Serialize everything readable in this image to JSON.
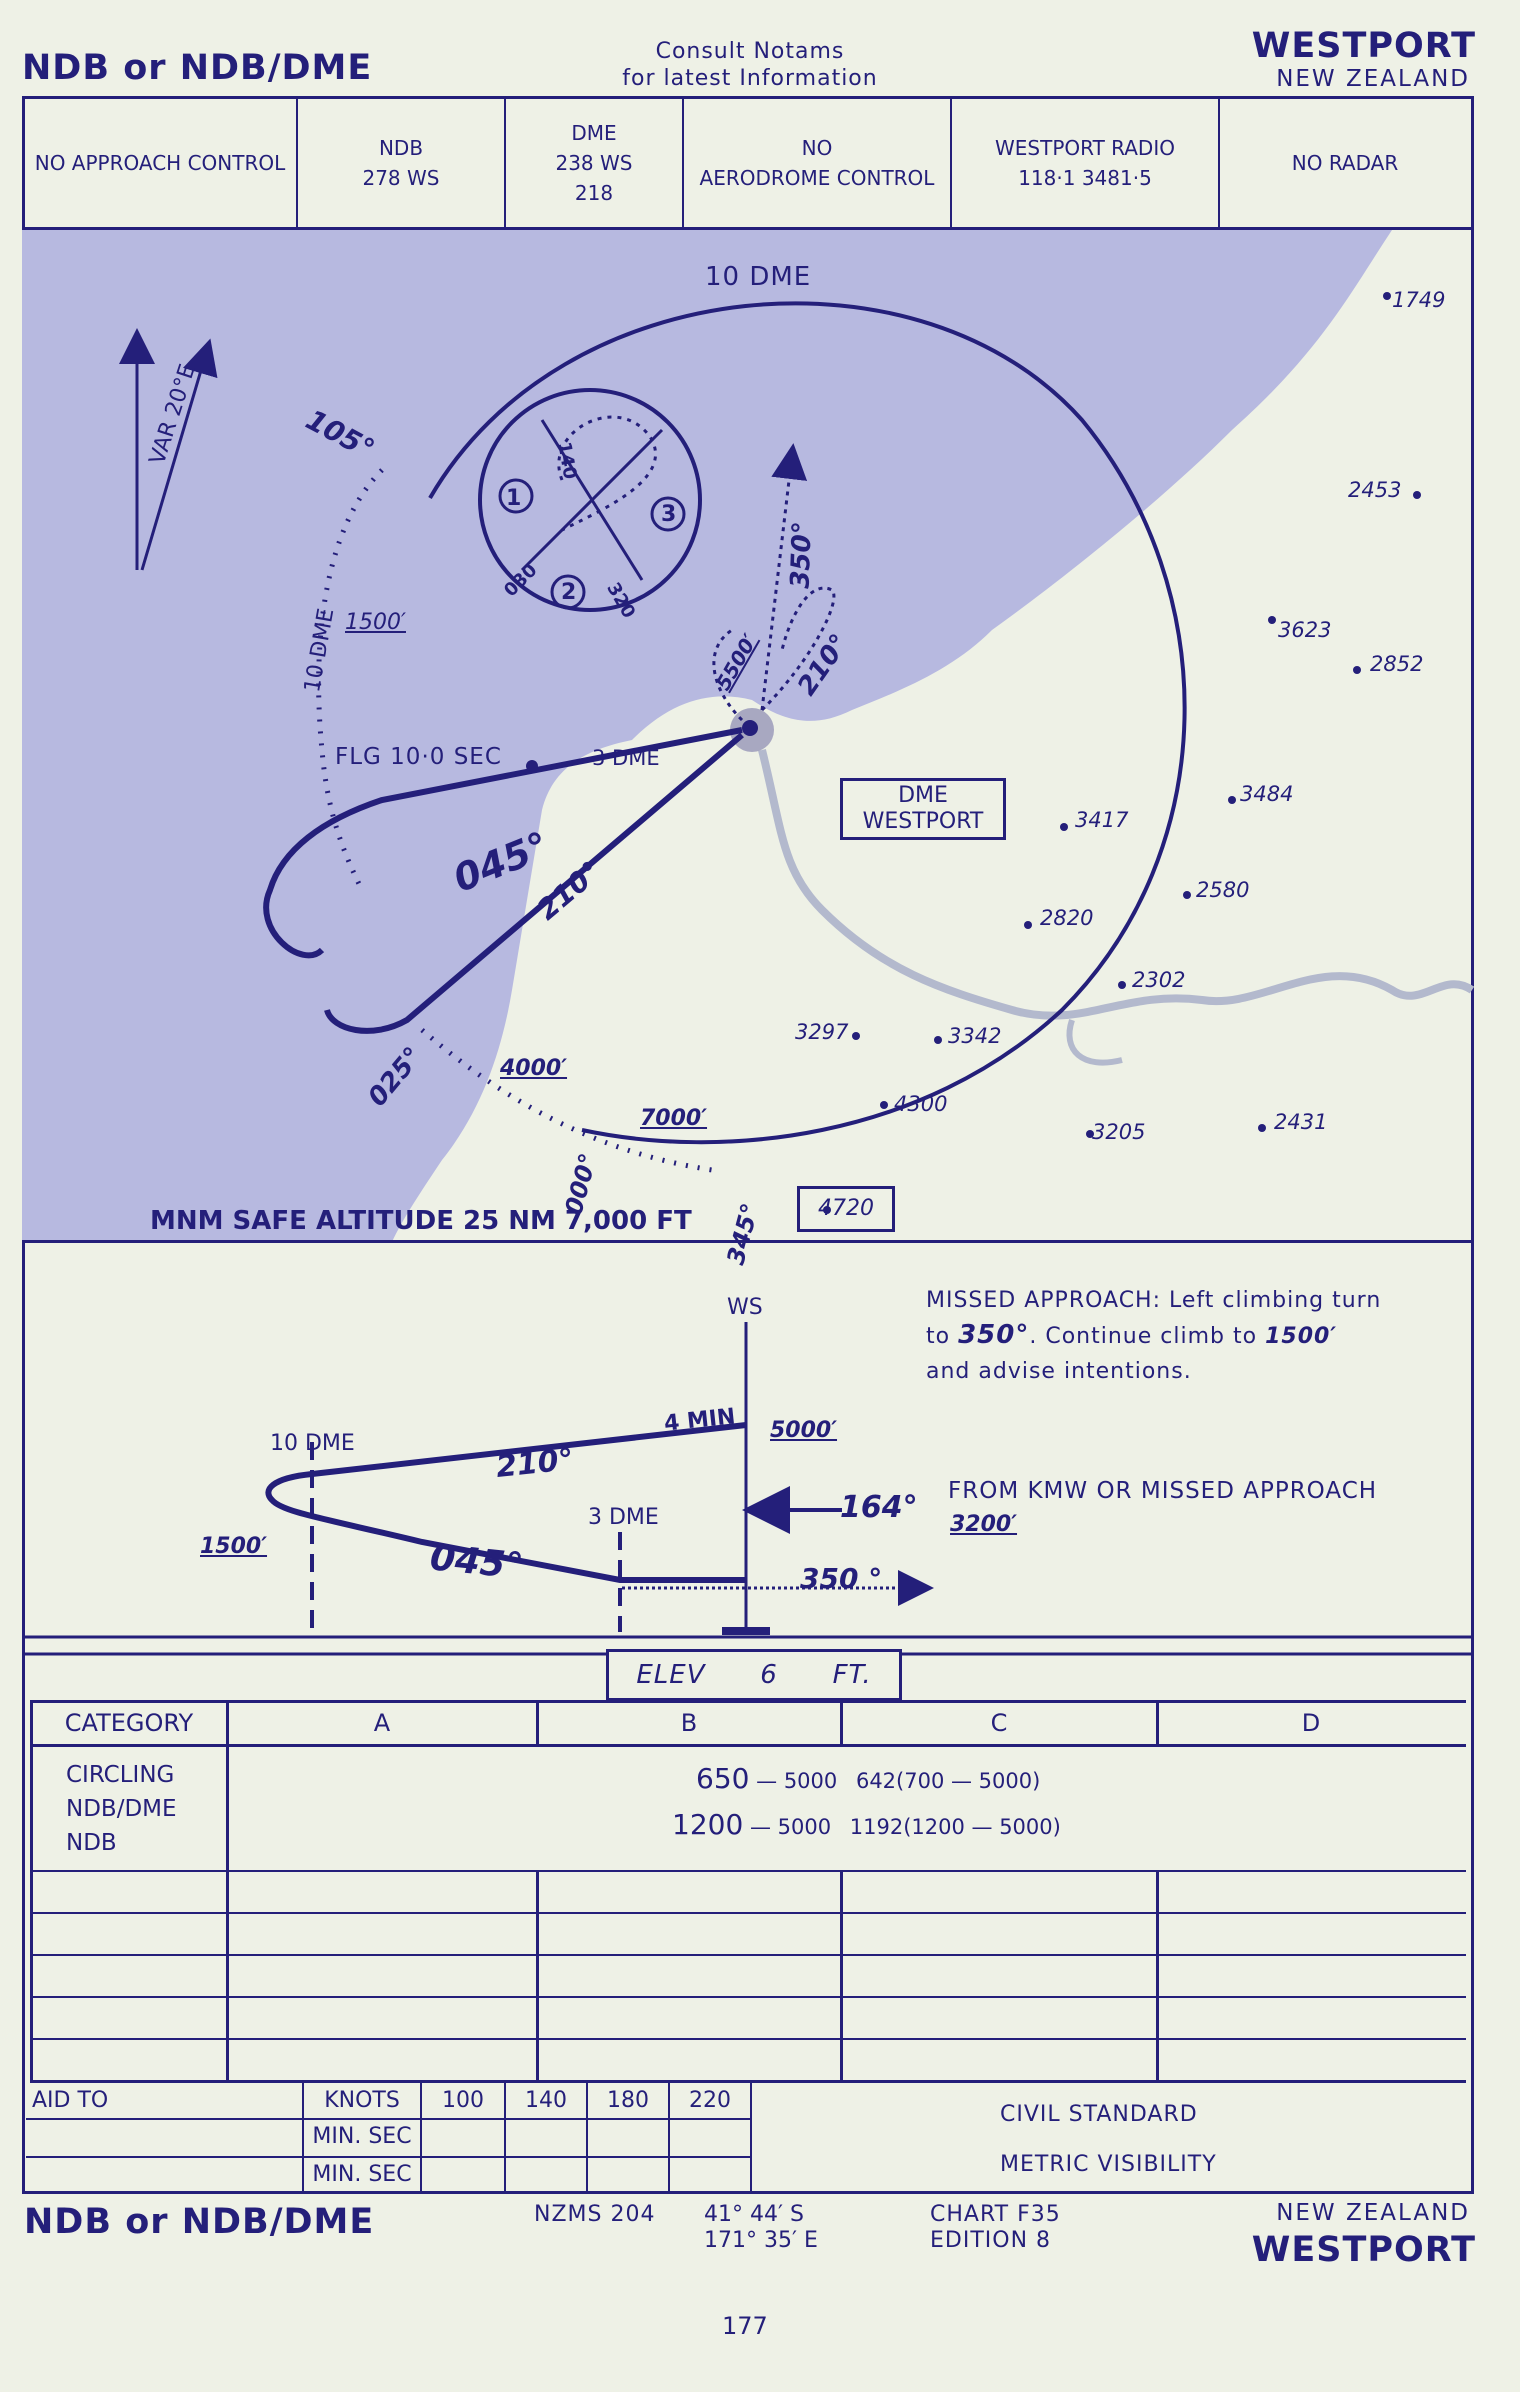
{
  "header": {
    "title": "NDB or NDB/DME",
    "notice_line1": "Consult  Notams",
    "notice_line2": "for  latest  Information",
    "place": "WESTPORT",
    "country": "NEW ZEALAND"
  },
  "info_boxes": [
    {
      "line1": "NO APPROACH CONTROL",
      "line2": ""
    },
    {
      "line1": "NDB",
      "line2": "278  WS"
    },
    {
      "line1": "DME",
      "line2": "238  WS",
      "line3": "218"
    },
    {
      "line1": "NO",
      "line2": "AERODROME CONTROL"
    },
    {
      "line1": "WESTPORT RADIO",
      "line2": "118·1          3481·5"
    },
    {
      "line1": "NO RADAR",
      "line2": ""
    }
  ],
  "plan_view": {
    "dme_arc_label": "10 DME",
    "var_label": "VAR 20°E",
    "spot_heights": [
      "1749",
      "2453",
      "3623",
      "2852",
      "3484",
      "3417",
      "2580",
      "2820",
      "2302",
      "3297",
      "3342",
      "4300",
      "3205",
      "2431",
      "4720"
    ],
    "headings": [
      "105°",
      "045°",
      "210°",
      "025°",
      "000°",
      "345°",
      "350°",
      "210°"
    ],
    "altitudes": [
      "1500′",
      "4000′",
      "7000′",
      "5500′"
    ],
    "arc_10_dme": "10 DME",
    "flg_light": "FLG  10·0  SEC",
    "three_dme": "3 DME",
    "dme_box_line1": "DME",
    "dme_box_line2": "WESTPORT",
    "sector_numbers": [
      "1",
      "2",
      "3"
    ],
    "sector_headings": [
      "140",
      "030",
      "320"
    ],
    "msa": "MNM SAFE ALTITUDE 25 NM    7,000 FT"
  },
  "profile": {
    "ws_label": "WS",
    "missed_approach_line1": "MISSED APPROACH: Left climbing turn",
    "missed_approach_to": "to",
    "missed_approach_hdg": "350°",
    "missed_approach_cont": ".  Continue climb to",
    "missed_approach_alt": "1500′",
    "missed_approach_line3": "and advise intentions.",
    "ten_dme": "10  DME",
    "three_dme": "3 DME",
    "four_min": "4 MIN",
    "alt_5000": "5000′",
    "alt_1500": "1500′",
    "hdg_210": "210°",
    "hdg_045": "045°",
    "hdg_164": "164°",
    "hdg_350": "350 °",
    "from_kmw": "FROM KMW OR MISSED APPROACH",
    "alt_3200": "3200′"
  },
  "elevation": {
    "label": "ELEV",
    "value": "6",
    "unit": "FT."
  },
  "minima_table": {
    "headers": [
      "CATEGORY",
      "A",
      "B",
      "C",
      "D"
    ],
    "category_rows": [
      "CIRCLING",
      "NDB/DME",
      "NDB"
    ],
    "row1_main": "650",
    "row1_sub": "— 5000",
    "row1_alt": "642(700 — 5000)",
    "row2_main": "1200",
    "row2_sub": "— 5000",
    "row2_alt": "1192(1200 — 5000)"
  },
  "aid_table": {
    "aid_to": "AID TO",
    "knots": "KNOTS",
    "speeds": [
      "100",
      "140",
      "180",
      "220"
    ],
    "min_sec": "MIN. SEC",
    "civil": "CIVIL STANDARD",
    "metric": "METRIC VISIBILITY"
  },
  "footer": {
    "title": "NDB or NDB/DME",
    "map_ref": "NZMS  204",
    "lat": "41° 44′ S",
    "lon": "171° 35′ E",
    "chart": "CHART  F35",
    "edition": "EDITION  8",
    "country": "NEW  ZEALAND",
    "place": "WESTPORT",
    "page": "177"
  },
  "colors": {
    "ink": "#241f7a",
    "sea": "#b7b9e0",
    "paper": "#eef1e6",
    "river": "#b3b9cd"
  }
}
